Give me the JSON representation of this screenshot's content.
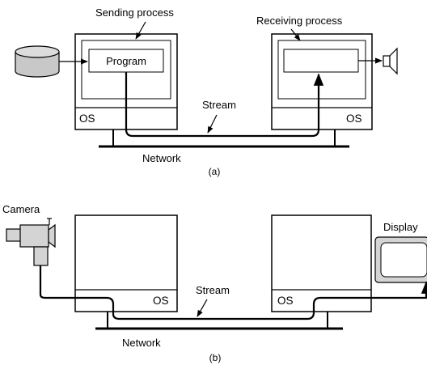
{
  "panel_a": {
    "sending_process_label": "Sending process",
    "receiving_process_label": "Receiving process",
    "program_label": "Program",
    "stream_label": "Stream",
    "network_label": "Network",
    "os_left": "OS",
    "os_right": "OS",
    "caption": "(a)"
  },
  "panel_b": {
    "camera_label": "Camera",
    "display_label": "Display",
    "stream_label": "Stream",
    "network_label": "Network",
    "os_left": "OS",
    "os_right": "OS",
    "caption": "(b)"
  },
  "colors": {
    "stroke": "#000000",
    "disk_fill": "#c8c8c8",
    "device_fill": "#d4d4d4",
    "background": "#ffffff"
  },
  "icons": [
    "disk-icon",
    "speaker-icon",
    "camera-icon",
    "display-icon"
  ]
}
